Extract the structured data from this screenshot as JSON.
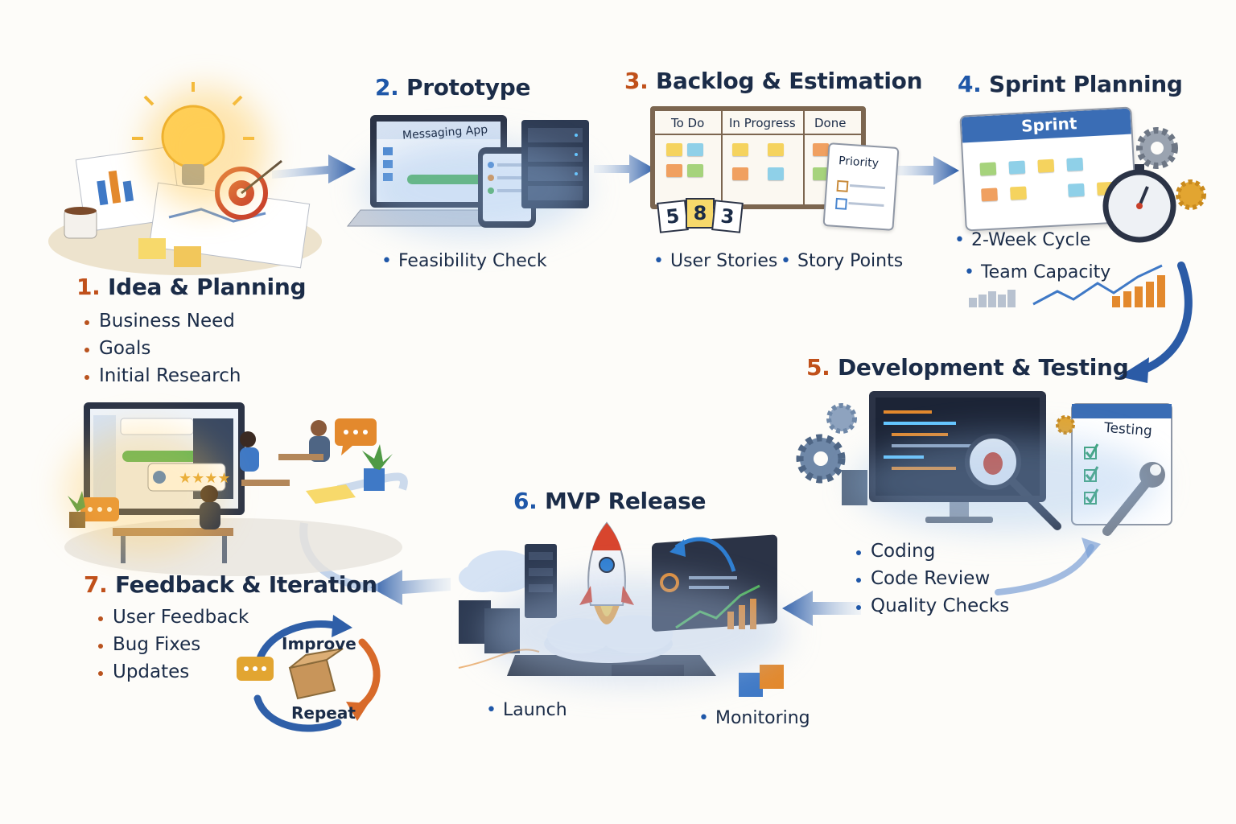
{
  "stages": {
    "s1": {
      "number": "1.",
      "title": "Idea & Planning",
      "bullets": [
        "Business Need",
        "Goals",
        "Initial Research"
      ]
    },
    "s2": {
      "number": "2.",
      "title": "Prototype",
      "bullets": [
        "Feasibility Check"
      ],
      "screen_label": "Messaging App"
    },
    "s3": {
      "number": "3.",
      "title": "Backlog & Estimation",
      "bullets": [
        "User Stories",
        "Story Points"
      ],
      "columns": [
        "To Do",
        "In Progress",
        "Done"
      ],
      "priority_label": "Priority",
      "estimate_cards": [
        "5",
        "8",
        "3"
      ]
    },
    "s4": {
      "number": "4.",
      "title": "Sprint Planning",
      "bullets": [
        "2-Week Cycle",
        "Team Capacity"
      ],
      "calendar_label": "Sprint"
    },
    "s5": {
      "number": "5.",
      "title": "Development & Testing",
      "bullets": [
        "Coding",
        "Code Review",
        "Quality Checks"
      ],
      "panel_label": "Testing"
    },
    "s6": {
      "number": "6.",
      "title": "MVP Release",
      "bullets": [
        "Launch",
        "Monitoring"
      ]
    },
    "s7": {
      "number": "7.",
      "title": "Feedback & Iteration",
      "bullets": [
        "User Feedback",
        "Bug Fixes",
        "Updates"
      ],
      "cycle_labels": [
        "Improve",
        "Repeat"
      ]
    }
  },
  "colors": {
    "navy": "#1b2c48",
    "orange": "#c0501a",
    "blue": "#1f57a8",
    "arrow": "#2f5fa8"
  },
  "icons": [
    "lightbulb-icon",
    "target-icon",
    "coffee-icon",
    "laptop-icon",
    "phone-icon",
    "server-icon",
    "kanban-board-icon",
    "calendar-icon",
    "stopwatch-icon",
    "gear-icon",
    "monitor-icon",
    "magnifier-bug-icon",
    "wrench-icon",
    "rocket-icon",
    "cloud-icon",
    "chat-bubble-icon",
    "box-icon"
  ]
}
